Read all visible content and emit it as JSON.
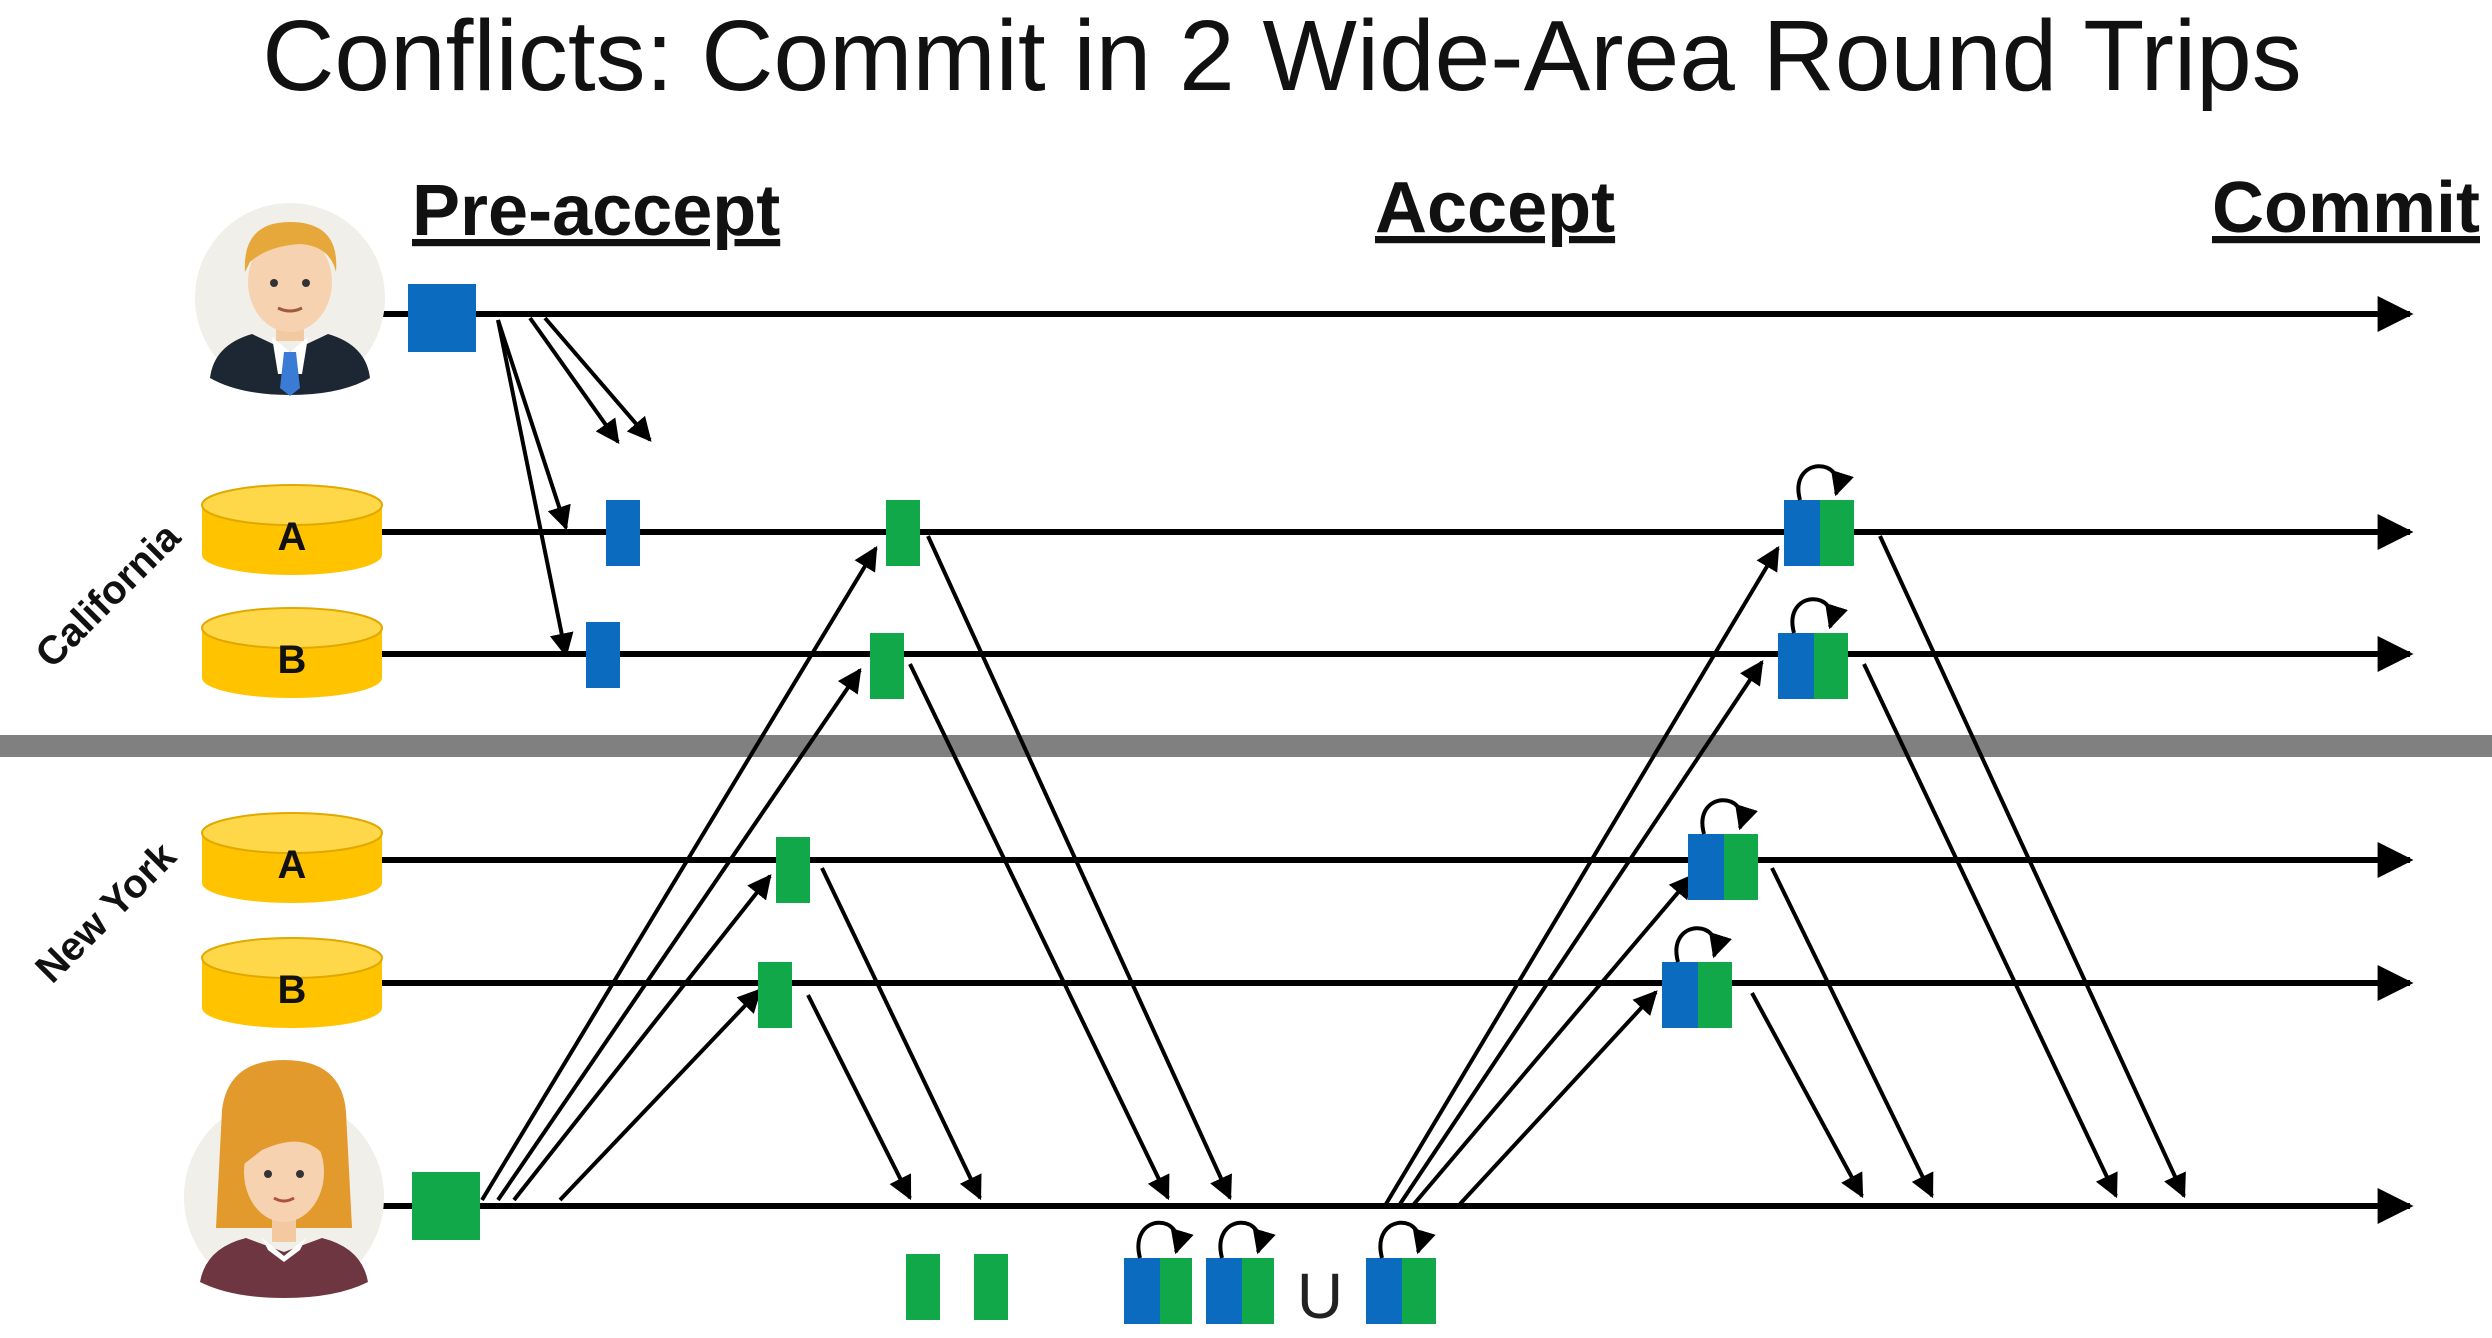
{
  "title": "Conflicts: Commit in 2 Wide-Area Round Trips",
  "phases": {
    "pre_accept": "Pre-accept",
    "accept": "Accept",
    "commit": "Commit"
  },
  "regions": {
    "california": "California",
    "new_york": "New York"
  },
  "replicas": {
    "ca_a": "A",
    "ca_b": "B",
    "ny_a": "A",
    "ny_b": "B"
  },
  "union_symbol": "U",
  "colors": {
    "blue": "#0a6bbf",
    "green": "#11a84a",
    "divider": "#808080",
    "db_fill": "#ffc300",
    "db_top": "#ffd84a"
  },
  "icons": {
    "client_top": "male-user-avatar-icon",
    "client_bottom": "female-user-avatar-icon",
    "replica": "database-cylinder-icon",
    "dependency": "self-loop-arrow-icon"
  }
}
